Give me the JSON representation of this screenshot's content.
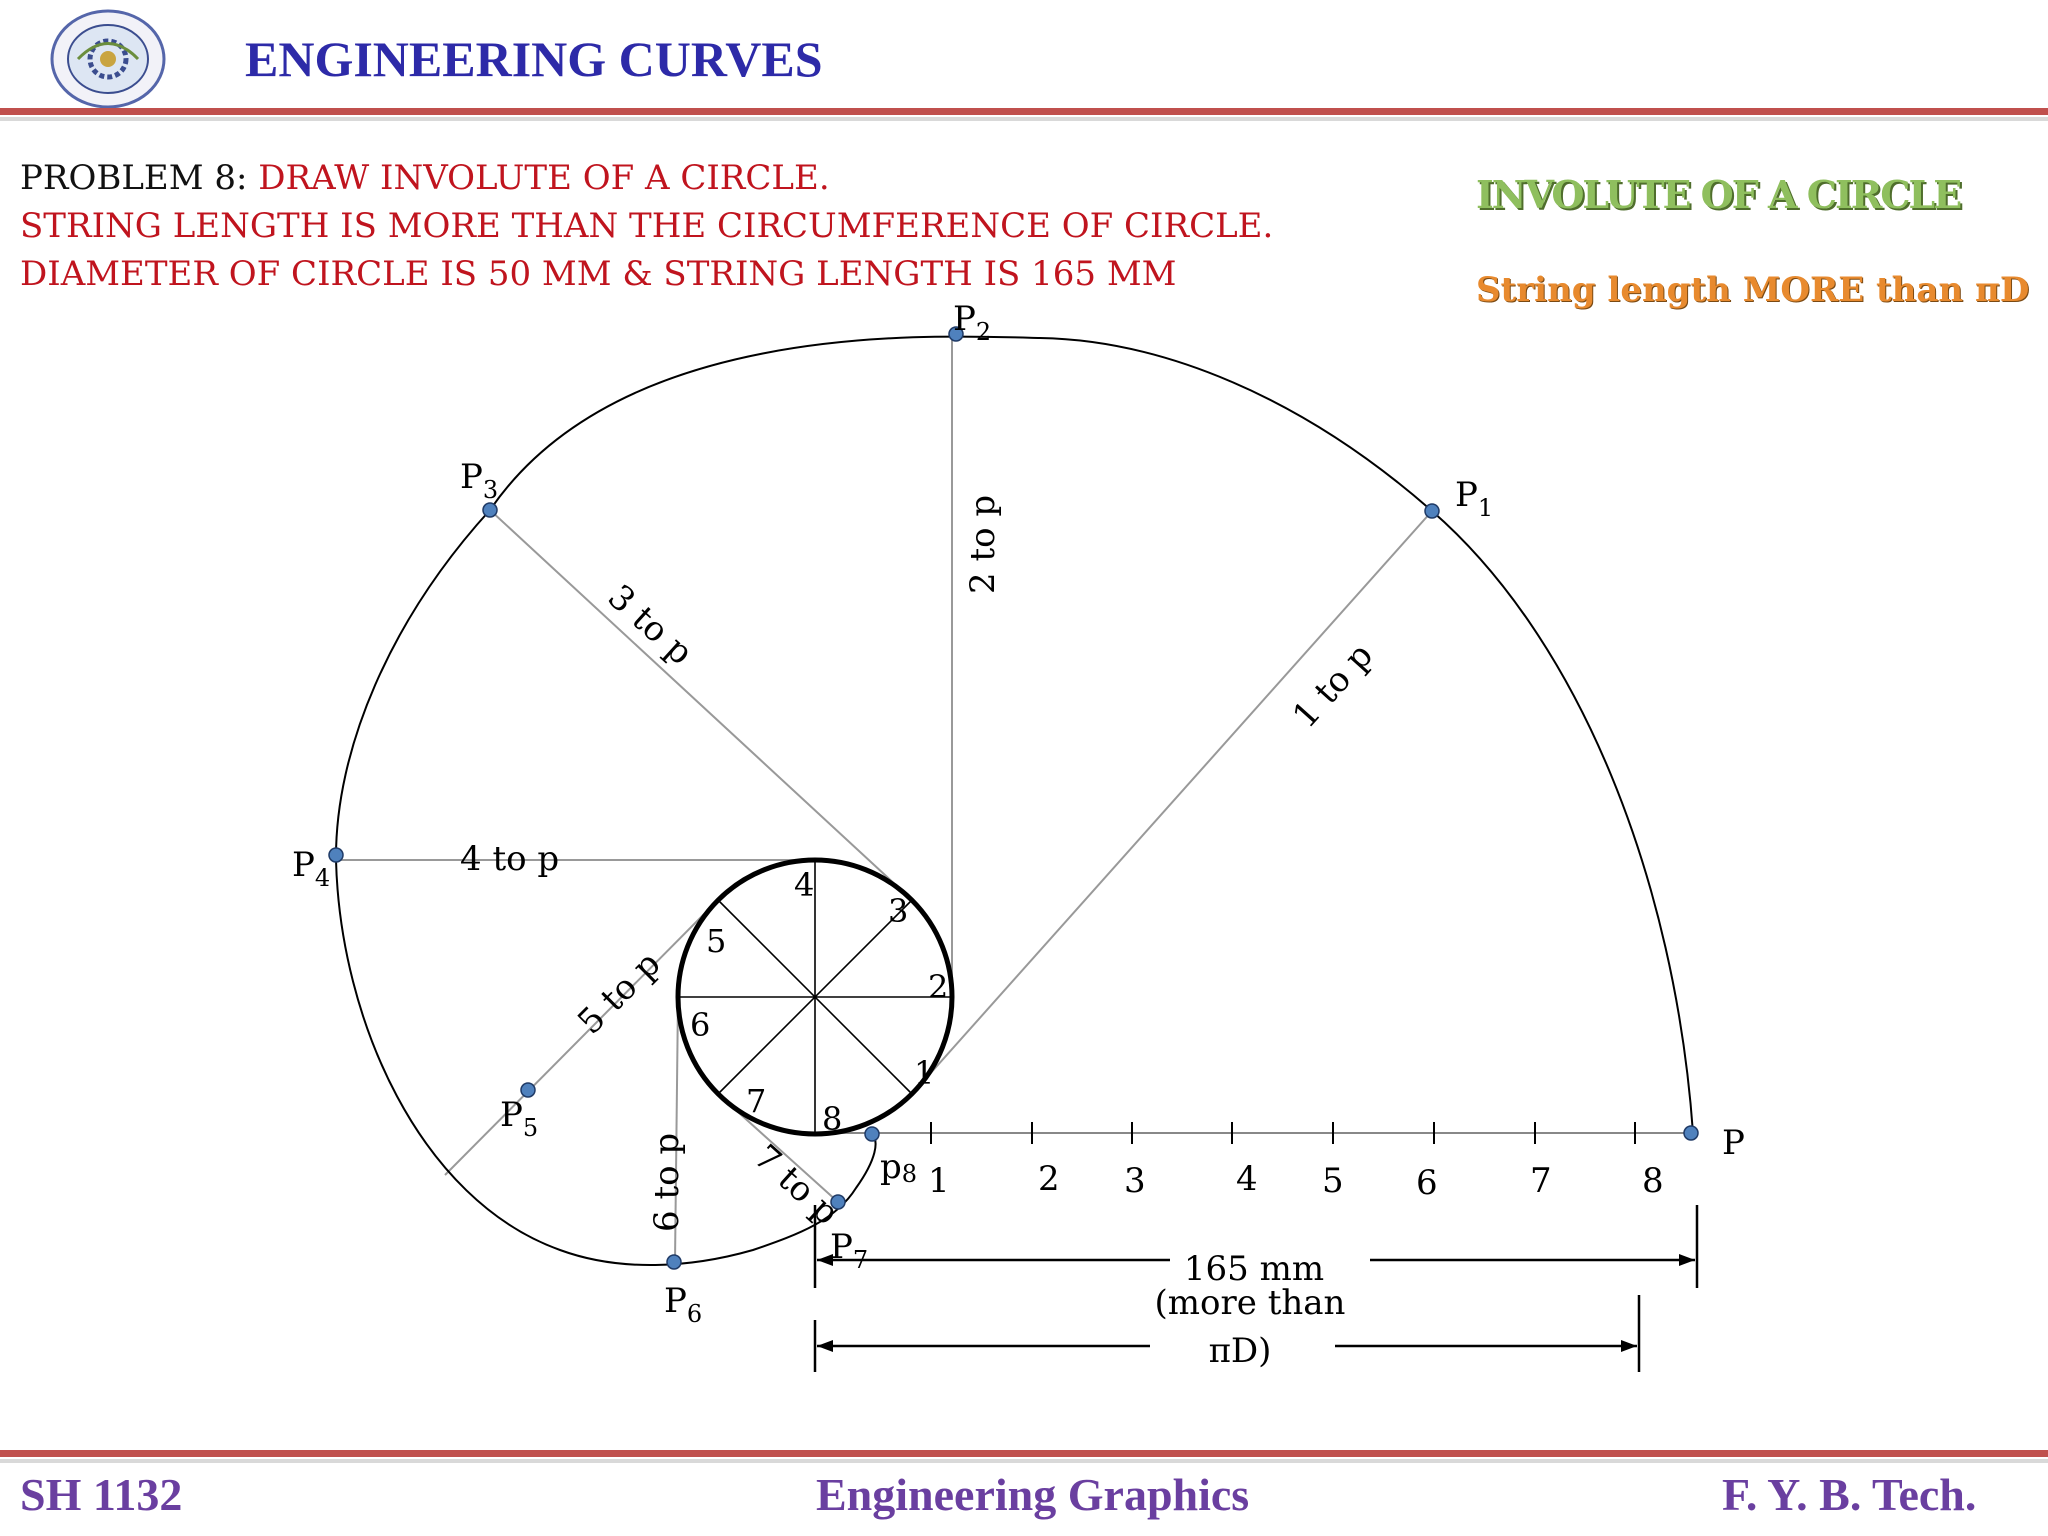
{
  "header": {
    "title": "ENGINEERING CURVES"
  },
  "problem": {
    "prefix": "PROBLEM  8: ",
    "line1": "DRAW INVOLUTE OF A CIRCLE.",
    "line2": "STRING LENGTH IS MORE THAN THE CIRCUMFERENCE OF CIRCLE.",
    "line3": "DIAMETER OF CIRCLE IS 50 MM & STRING LENGTH IS 165 MM"
  },
  "side": {
    "title": "INVOLUTE OF A CIRCLE",
    "subtitle": "String length MORE than πD"
  },
  "diagram": {
    "circle_divisions": [
      "1",
      "2",
      "3",
      "4",
      "5",
      "6",
      "7",
      "8"
    ],
    "scale_marks": [
      "1",
      "2",
      "3",
      "4",
      "5",
      "6",
      "7",
      "8"
    ],
    "end_point": "P",
    "p8_label": "p",
    "p8_sub": "8",
    "curve_points": [
      {
        "base": "P",
        "sub": "1"
      },
      {
        "base": "P",
        "sub": "2"
      },
      {
        "base": "P",
        "sub": "3"
      },
      {
        "base": "P",
        "sub": "4"
      },
      {
        "base": "P",
        "sub": "5"
      },
      {
        "base": "P",
        "sub": "6"
      },
      {
        "base": "P",
        "sub": "7"
      }
    ],
    "tangent_labels": [
      "1 to p",
      "2 to p",
      "3 to p",
      "4 to p",
      "5 to p",
      "6 to p",
      "7 to p"
    ],
    "dim_165": "165 mm",
    "dim_pid_line1": "(more than",
    "dim_pid_line2": "πD)"
  },
  "footer": {
    "left": "SH 1132",
    "center": "Engineering Graphics",
    "right": "F. Y.  B. Tech."
  },
  "colors": {
    "title_blue": "#2d2aa8",
    "rule_red": "#c0504d",
    "problem_red": "#c0141e",
    "point_blue": "#4f81bd",
    "footer_purple": "#6a3fa0"
  }
}
